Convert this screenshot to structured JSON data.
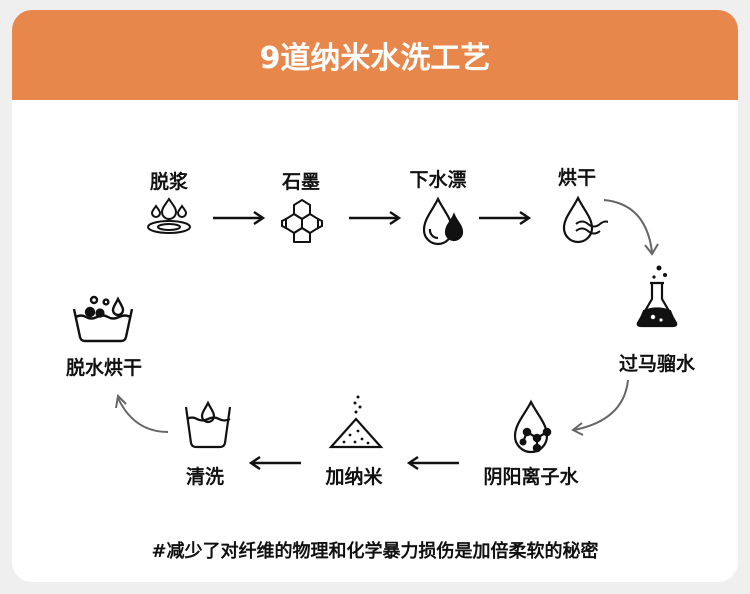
{
  "title": "9道纳米水洗工艺",
  "steps": [
    {
      "label": "脱浆",
      "icon": "water-drops-icon"
    },
    {
      "label": "石墨",
      "icon": "graphite-hexagon-icon"
    },
    {
      "label": "下水漂",
      "icon": "water-drop-icon"
    },
    {
      "label": "烘干",
      "icon": "drying-waves-icon"
    },
    {
      "label": "过马骝水",
      "icon": "chemical-flask-icon"
    },
    {
      "label": "阴阳离子水",
      "icon": "ion-drop-icon"
    },
    {
      "label": "加纳米",
      "icon": "nano-powder-icon"
    },
    {
      "label": "清洗",
      "icon": "wash-basin-icon"
    },
    {
      "label": "脱水烘干",
      "icon": "wash-tub-icon"
    }
  ],
  "footer": "#减少了对纤维的物理和化学暴力损伤是加倍柔软的秘密",
  "colors": {
    "header": "#e8874b",
    "text": "#111111",
    "arrow_curve": "#666666"
  }
}
